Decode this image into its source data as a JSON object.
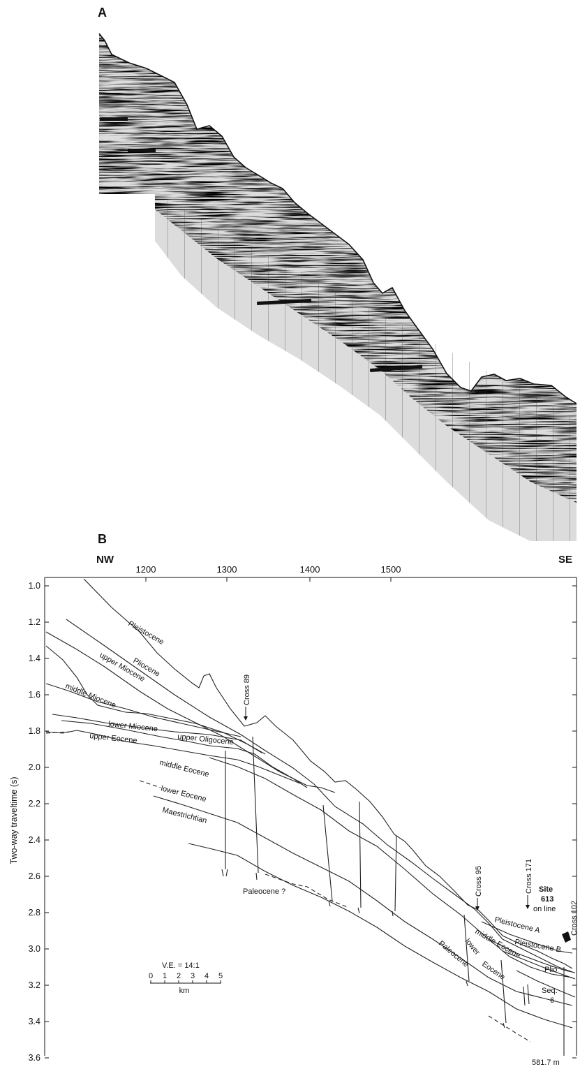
{
  "panel_a": {
    "label": "A"
  },
  "panel_b": {
    "label": "B",
    "direction_left": "NW",
    "direction_right": "SE",
    "x_ticks": [
      "1200",
      "1300",
      "1400",
      "1500"
    ],
    "y_ticks": [
      "1.0",
      "1.2",
      "1.4",
      "1.6",
      "1.8",
      "2.0",
      "2.2",
      "2.4",
      "2.6",
      "2.8",
      "3.0",
      "3.2",
      "3.4",
      "3.6"
    ],
    "y_axis_title": "Two-way traveltime (s)",
    "scale_bar": {
      "ve": "V.E. = 14:1",
      "ticks": [
        "0",
        "1",
        "2",
        "3",
        "4",
        "5"
      ],
      "unit": "km"
    },
    "depth_note": "581.7 m",
    "crosses": [
      "Cross 89",
      "Cross 95",
      "Cross 171",
      "Cross 102"
    ],
    "site": [
      "Site",
      "613",
      "on line"
    ],
    "units": {
      "pleistocene": "Pleistocene",
      "pliocene": "Pliocene",
      "upper_miocene": "upper Miocene",
      "middle_miocene": "middle Miocene",
      "lower_miocene": "lower Miocene",
      "upper_oligocene": "upper Oligocene",
      "upper_eocene": "upper Eocene",
      "middle_eocene": "middle Eocene",
      "lower_eocene": "lower Eocene",
      "maestrichtian": "Maestrichtian",
      "paleocene_q": "Paleocene ?",
      "paleocene": "Paleocene",
      "lower_eocene_r1": "lower",
      "lower_eocene_r2": "Eocene",
      "middle_eocene_right": "middle Eocene",
      "pleistocene_a": "Pleistocene A",
      "pleistocene_b": "Pleistocene B",
      "plio": "Plio",
      "seq": "Seq.",
      "seq_n": "6"
    }
  },
  "colors": {
    "ink": "#111111",
    "seismic": "#1a1a1a",
    "paper": "#ffffff"
  }
}
